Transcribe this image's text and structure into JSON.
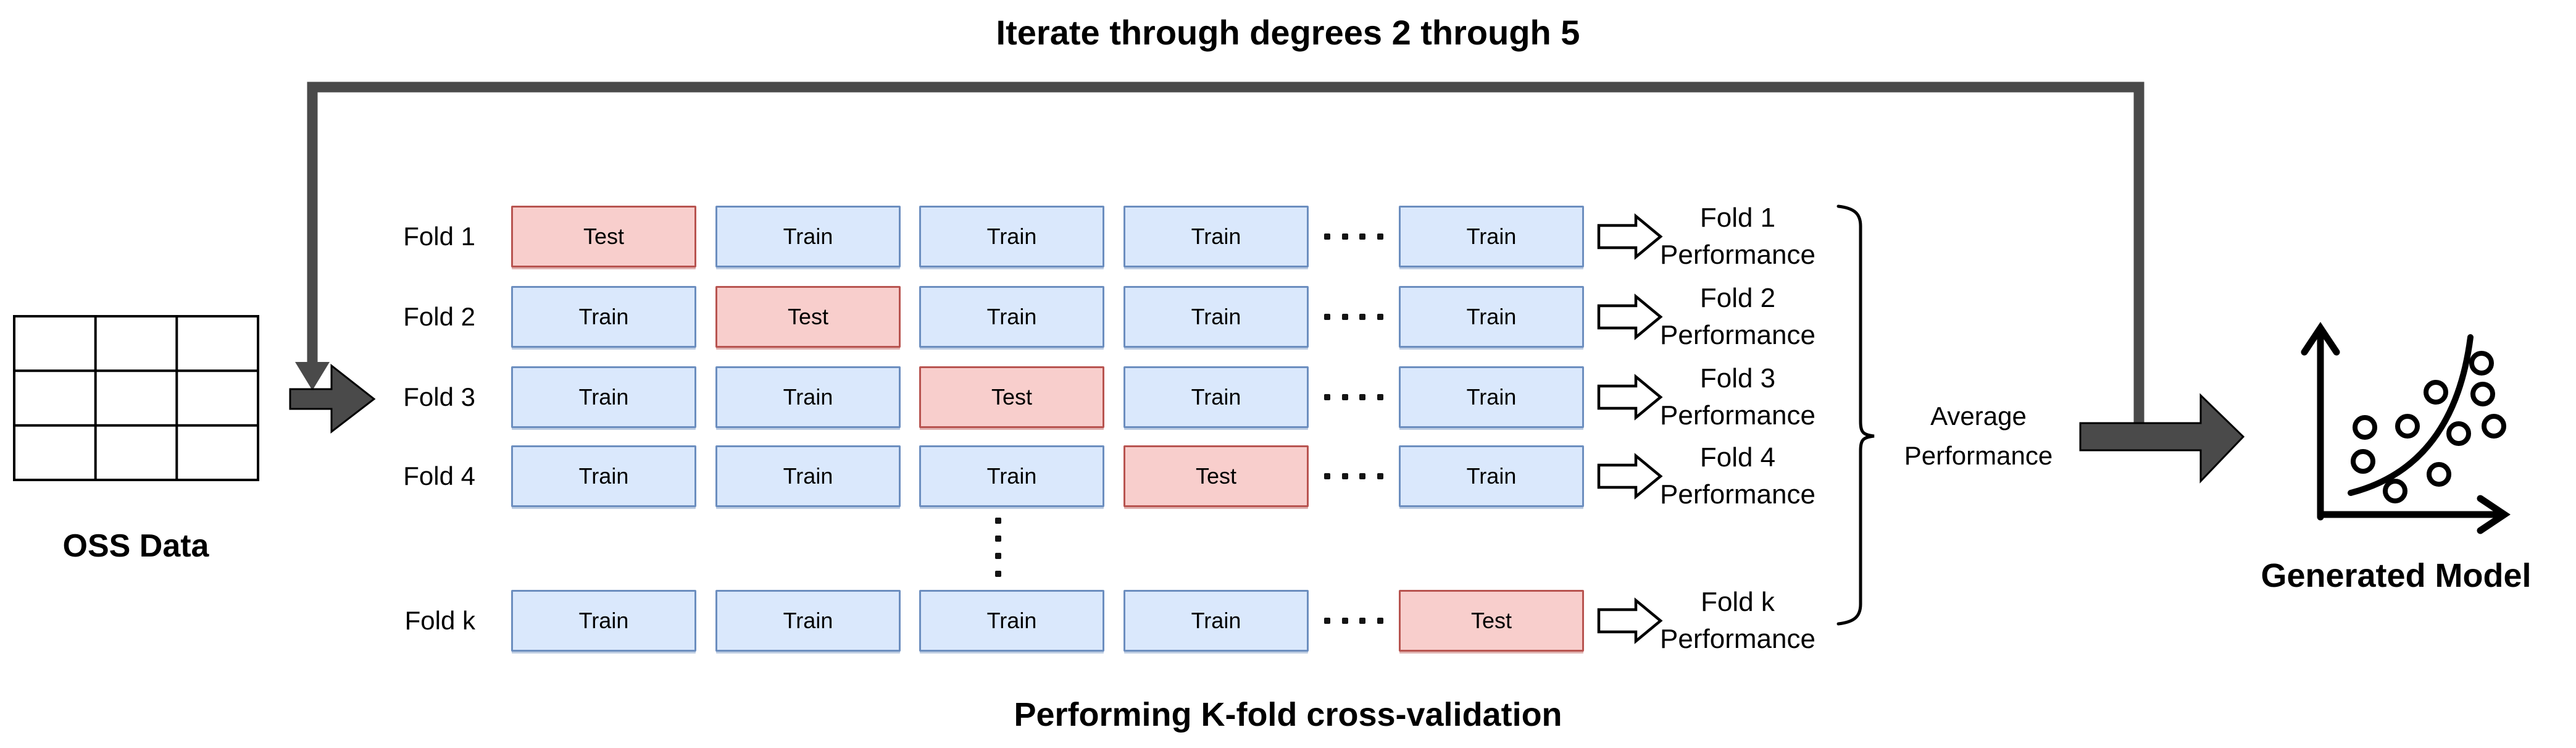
{
  "titles": {
    "top": "Iterate through degrees 2 through 5",
    "bottom": "Performing K-fold cross-validation"
  },
  "oss": {
    "label": "OSS Data"
  },
  "folds": {
    "rows": [
      {
        "label": "Fold 1",
        "cells": [
          "Test",
          "Train",
          "Train",
          "Train",
          "Train"
        ],
        "performance": [
          "Fold 1",
          "Performance"
        ]
      },
      {
        "label": "Fold 2",
        "cells": [
          "Train",
          "Test",
          "Train",
          "Train",
          "Train"
        ],
        "performance": [
          "Fold 2",
          "Performance"
        ]
      },
      {
        "label": "Fold 3",
        "cells": [
          "Train",
          "Train",
          "Test",
          "Train",
          "Train"
        ],
        "performance": [
          "Fold 3",
          "Performance"
        ]
      },
      {
        "label": "Fold 4",
        "cells": [
          "Train",
          "Train",
          "Train",
          "Test",
          "Train"
        ],
        "performance": [
          "Fold 4",
          "Performance"
        ]
      },
      {
        "label": "Fold k",
        "cells": [
          "Train",
          "Train",
          "Train",
          "Train",
          "Test"
        ],
        "performance": [
          "Fold k",
          "Performance"
        ]
      }
    ],
    "test_cell_value": "Test",
    "row_ellipsis_dot_count": 4,
    "column_ellipsis_dot_count": 4
  },
  "average": {
    "lines": [
      "Average",
      "Performance"
    ]
  },
  "generated": {
    "label": "Generated Model"
  },
  "colors": {
    "loop_arrow": "#4a4a4a",
    "test_fill": "#f8cecc",
    "test_stroke": "#b85450",
    "train_fill": "#dae8fc",
    "train_stroke": "#6c8ebf",
    "ink": "#000000"
  }
}
